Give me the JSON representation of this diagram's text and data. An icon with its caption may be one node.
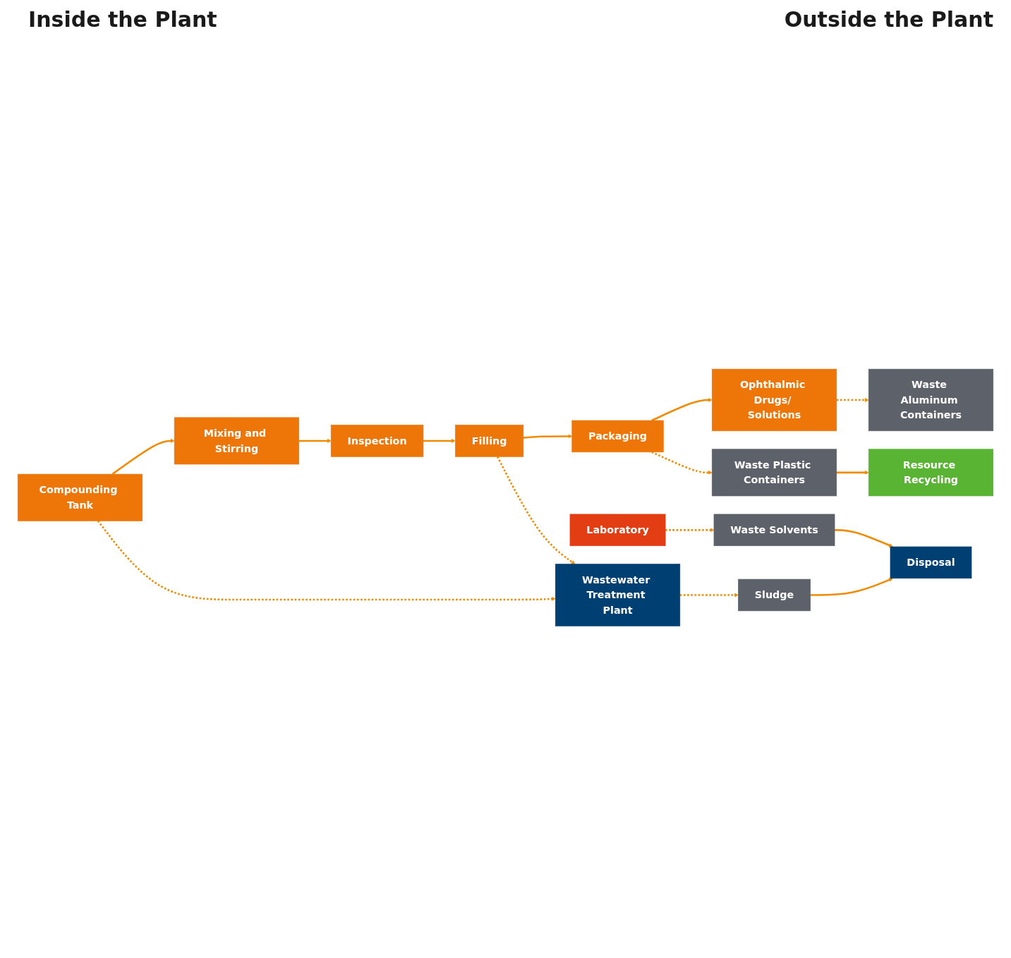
{
  "diagram": {
    "nodes": [
      {
        "text": [
          "Compounding Tank"
        ]
      },
      {
        "text": [
          "Mixing and Stirring"
        ]
      },
      {
        "text": [
          "Inspection"
        ]
      },
      {
        "text": [
          "Filling"
        ]
      },
      {
        "text": [
          "Packaging"
        ]
      },
      {
        "text": [
          "Ophthalmic Drugs/ Solutions"
        ]
      },
      {
        "text": [
          "Laboratory"
        ]
      },
      {
        "text": [
          "Wastewater Treatment Plant"
        ]
      },
      {
        "text": [
          "Sludge"
        ]
      },
      {
        "text": [
          "Waste Plastic Containers"
        ]
      },
      {
        "text": [
          "Waste Aluminum Containers"
        ]
      },
      {
        "text": [
          "Waste Solvents"
        ]
      },
      {
        "text": [
          "Disposal"
        ]
      },
      {
        "text": [
          "Resource Recycling"
        ]
      }
    ],
    "edges": [
      {
        "from": 0,
        "to": 1,
        "arrow": "to"
      },
      {
        "from": 1,
        "to": 2,
        "arrow": "to"
      },
      {
        "from": 2,
        "to": 3,
        "arrow": "to"
      },
      {
        "from": 3,
        "to": 4,
        "arrow": "to"
      },
      {
        "from": 4,
        "to": 5,
        "arrow": "to"
      },
      {
        "from": 0,
        "to": 7,
        "arrow": "to",
        "style": "dashed"
      },
      {
        "from": 3,
        "to": 7,
        "arrow": "to",
        "style": "dashed"
      },
      {
        "from": 7,
        "to": 8,
        "arrow": "to",
        "style": "dashed"
      },
      {
        "from": 4,
        "to": 9,
        "arrow": "to",
        "style": "dashed"
      },
      {
        "from": 5,
        "to": 10,
        "arrow": "to",
        "style": "dashed"
      },
      {
        "from": 6,
        "to": 11,
        "arrow": "to",
        "style": "dashed"
      },
      {
        "from": 8,
        "to": 12,
        "arrow": "to"
      },
      {
        "from": 9,
        "to": 13,
        "arrow": "to"
      },
      {
        "from": 11,
        "to": 12,
        "arrow": "to"
      }
    ],
    "labels": [
      "Inside the Plant",
      "Outside the Plant"
    ]
  }
}
